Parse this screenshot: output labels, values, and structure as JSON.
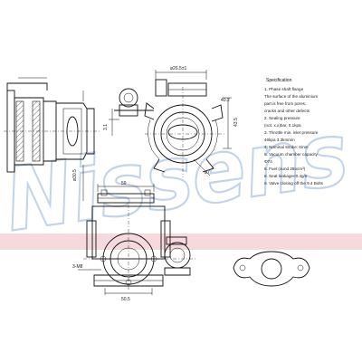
{
  "watermark": {
    "text": "Nissens",
    "band_color": "#f2c9cf",
    "stroke_color": "#b8cde6"
  },
  "dimensions": {
    "top_width": "ø26.5±1",
    "top_right_height": "40.2",
    "bottom_right": "ø7",
    "left_vertical": "ø30.5",
    "right_vertical": "43.5",
    "left_short": "3.1",
    "front_width": "59",
    "mount_label": "3-M8",
    "bottom_front": "50.5"
  },
  "specification": {
    "title": "Specification",
    "lines": [
      "1.  Phase shaft flange",
      "     The surface of the aluminium",
      "     part is free from pores,",
      "     cracks and other defects",
      "2.  Sealing pressure",
      "     (not. x.x)bar, 0.1kpa",
      "3.  Throttle min. inlet pressure",
      "     46kpa 3.3kmmin",
      "4.  Nominal stroke: 6mm",
      "5.  Vacuum chamber capacity",
      "     Φ74",
      "6.  Fuel (ound 28ocm³)",
      "8.  Seat leakage<0.4g/s",
      "9.  Valve closing off the 9.4 Bolts"
    ]
  }
}
